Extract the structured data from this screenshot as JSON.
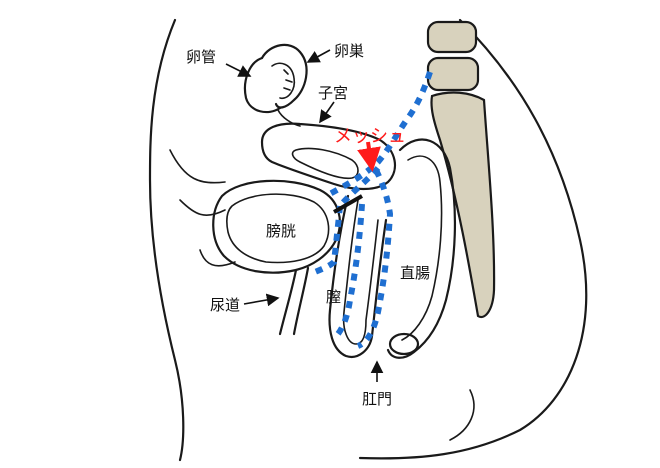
{
  "labels": {
    "oviduct": "卵管",
    "ovary": "卵巣",
    "uterus": "子宮",
    "mesh": "メッシュ",
    "bladder": "膀胱",
    "rectum": "直腸",
    "urethra": "尿道",
    "vagina": "膣",
    "anus": "肛門"
  },
  "colors": {
    "mesh": "#1f6fd1",
    "mesh_label": "#ff1a1a",
    "spine": "#d8d2bd",
    "outline": "#1a1a1a"
  }
}
